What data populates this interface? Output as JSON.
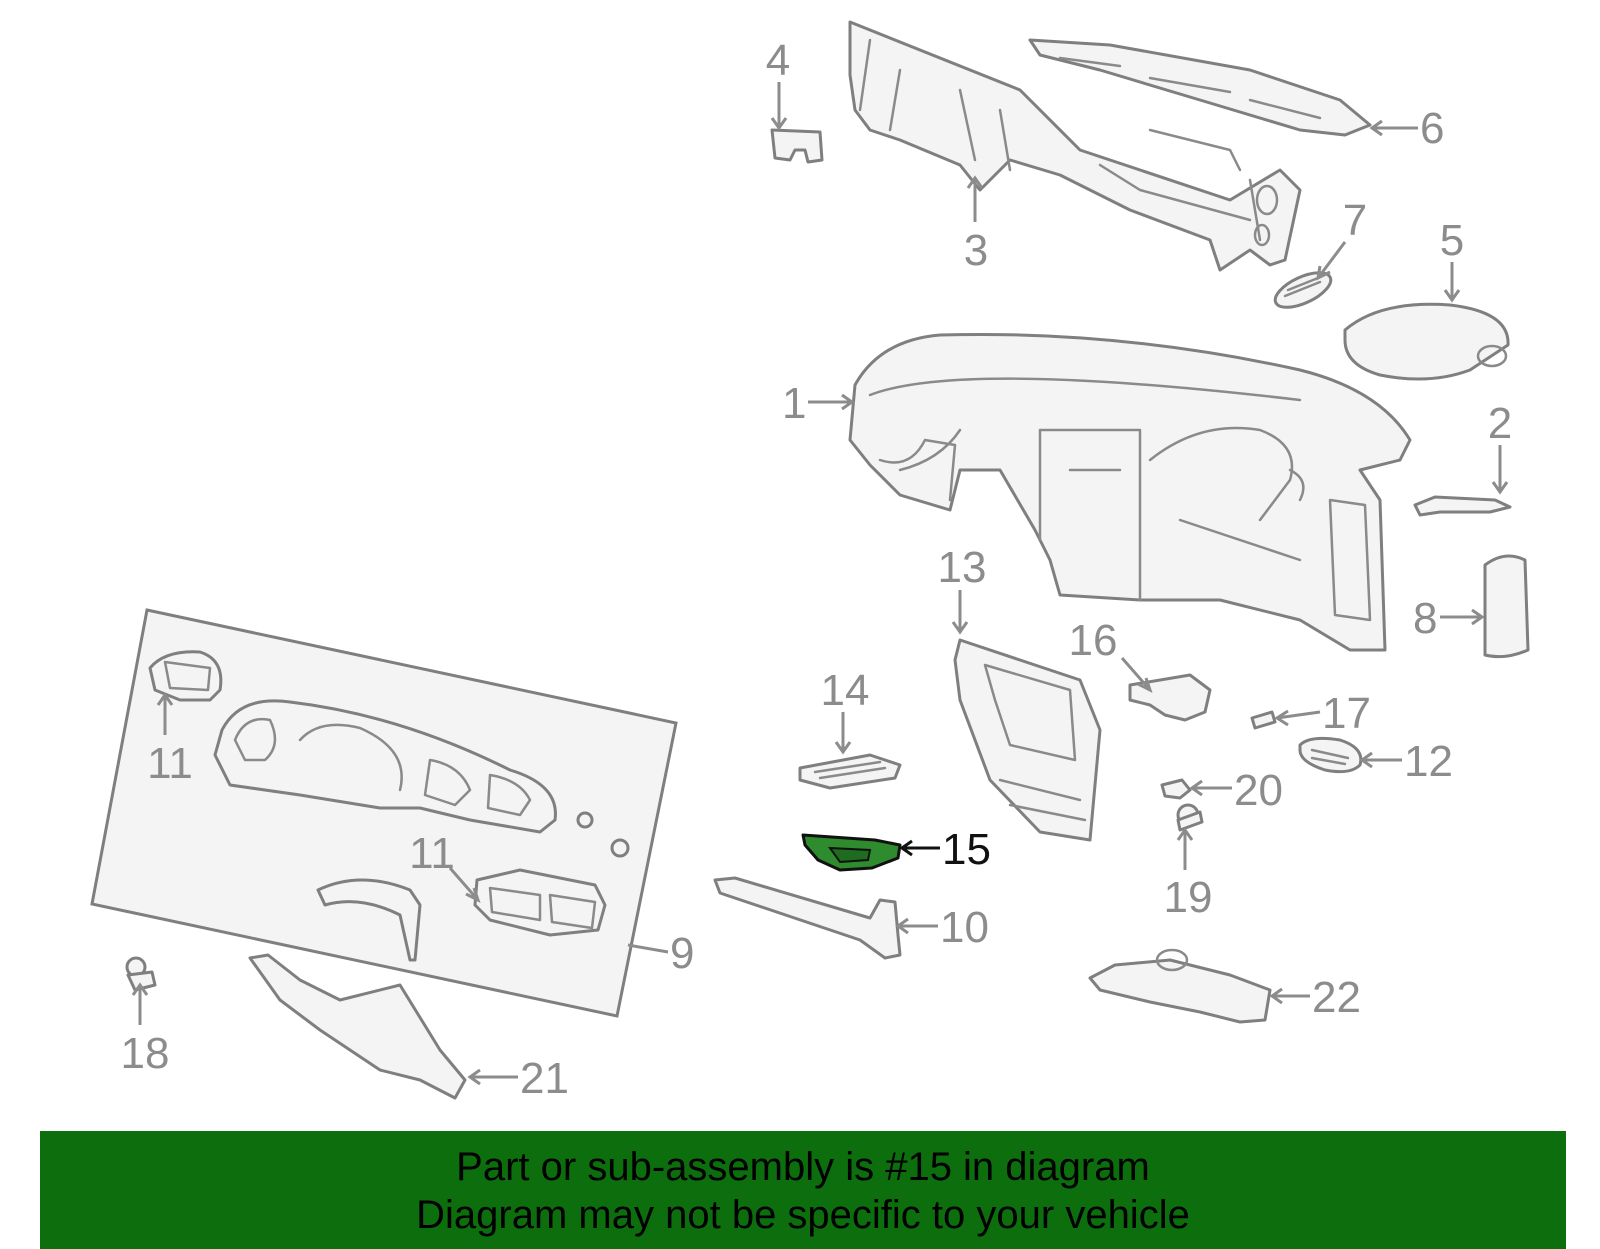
{
  "callouts": {
    "c1": "1",
    "c2": "2",
    "c3": "3",
    "c4": "4",
    "c5": "5",
    "c6": "6",
    "c7": "7",
    "c8": "8",
    "c9": "9",
    "c10": "10",
    "c11a": "11",
    "c11b": "11",
    "c12": "12",
    "c13": "13",
    "c14": "14",
    "c15": "15",
    "c16": "16",
    "c17": "17",
    "c18": "18",
    "c19": "19",
    "c20": "20",
    "c21": "21",
    "c22": "22"
  },
  "highlighted_part": "15",
  "colors": {
    "highlight": "#2e8b2e",
    "banner": "#0d6e0d",
    "line": "#8c8c8c"
  },
  "banner": {
    "line1": "Part or sub-assembly is #15 in diagram",
    "line2": "Diagram may not be specific to your vehicle"
  }
}
